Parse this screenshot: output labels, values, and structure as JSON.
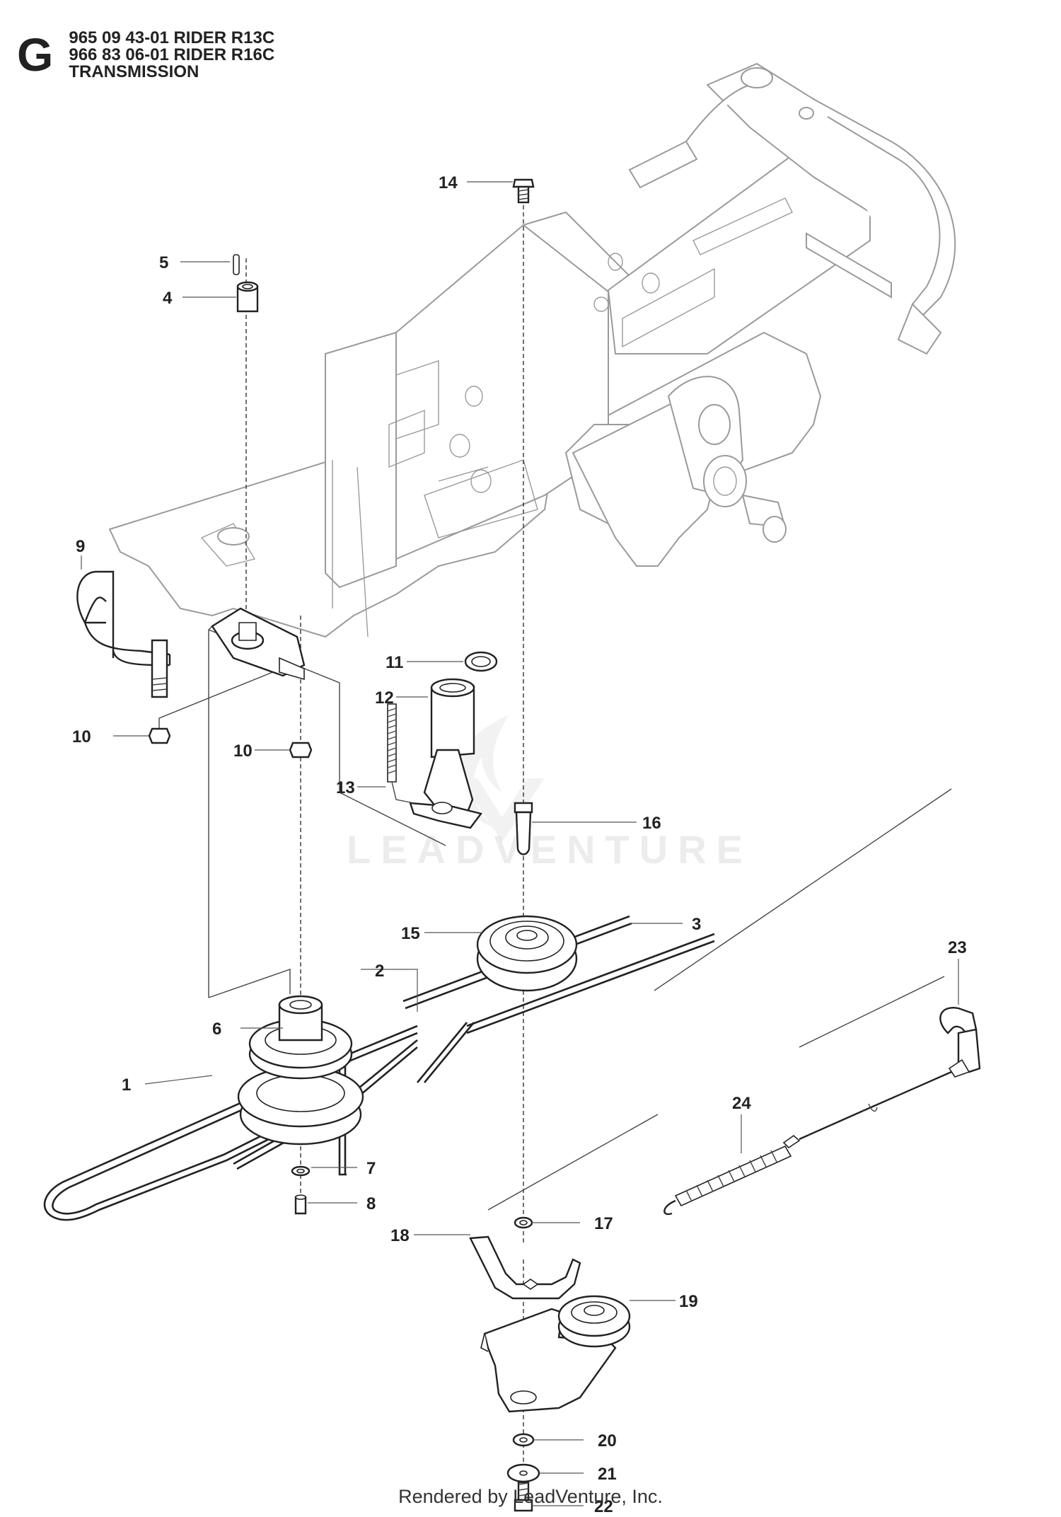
{
  "header": {
    "section_letter": "G",
    "lines": [
      "965 09 43-01 RIDER R13C",
      "966 83 06-01 RIDER R16C",
      "TRANSMISSION"
    ]
  },
  "callouts": [
    "1",
    "2",
    "3",
    "4",
    "5",
    "6",
    "7",
    "8",
    "9",
    "10",
    "10",
    "11",
    "12",
    "13",
    "14",
    "15",
    "16",
    "17",
    "18",
    "19",
    "20",
    "21",
    "22",
    "23",
    "24"
  ],
  "watermark": "LEADVENTURE",
  "footer": "Rendered by LeadVenture, Inc."
}
